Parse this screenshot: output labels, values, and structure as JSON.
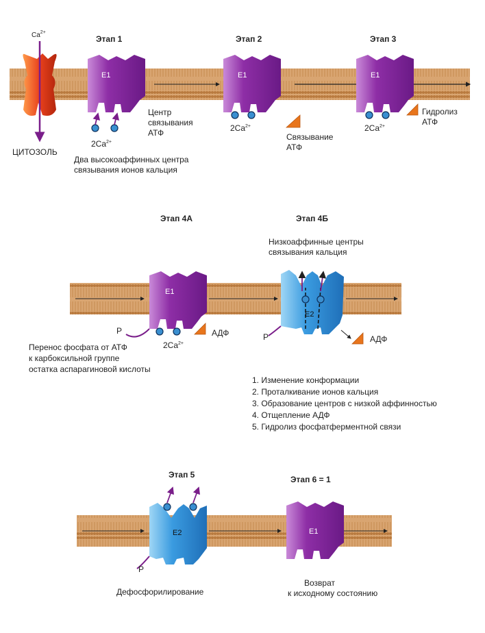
{
  "stages": {
    "s1": "Этап 1",
    "s2": "Этап 2",
    "s3": "Этап 3",
    "s4a": "Этап 4А",
    "s4b": "Этап 4Б",
    "s5": "Этап 5",
    "s6": "Этап 6 = 1"
  },
  "labels": {
    "ca_top": "Ca",
    "ca_top_sup": "2+",
    "cytosol": "ЦИТОЗОЛЬ",
    "ca_count": "2Ca",
    "ca_count_sup": "2+",
    "high_affinity_l1": "Два высокоаффинных центра",
    "high_affinity_l2": "связывания ионов кальция",
    "atp_center_l1": "Центр",
    "atp_center_l2": "связывания",
    "atp_center_l3": "АТФ",
    "atp_binding_l1": "Связывание",
    "atp_binding_l2": "АТФ",
    "atp_hydrolysis_l1": "Гидролиз",
    "atp_hydrolysis_l2": "АТФ",
    "low_affinity_l1": "Низкоаффинные центры",
    "low_affinity_l2": "связывания кальция",
    "phosphate_l1": "Перенос фосфата от АТФ",
    "phosphate_l2": "к карбоксильной группе",
    "phosphate_l3": "остатка аспарагиновой кислоты",
    "adp": "АДФ",
    "p": "P",
    "dephos": "Дефосфорилирование",
    "return_l1": "Возврат",
    "return_l2": "к исходному состоянию",
    "e1": "E1",
    "e2": "E2"
  },
  "steps": [
    "1. Изменение конформации",
    "2. Проталкивание ионов кальция",
    "3. Образование центров с низкой аффинностью",
    "4. Отщепление АДФ",
    "5. Гидролиз фосфатферментной связи"
  ],
  "colors": {
    "membrane": "#c98f55",
    "membrane_dark": "#8a5a2e",
    "e1": "#8a2aa0",
    "e2": "#2f8fd8",
    "atp": "#e8751c",
    "channel": "#e3401e",
    "ion": "#3a8fd0"
  }
}
